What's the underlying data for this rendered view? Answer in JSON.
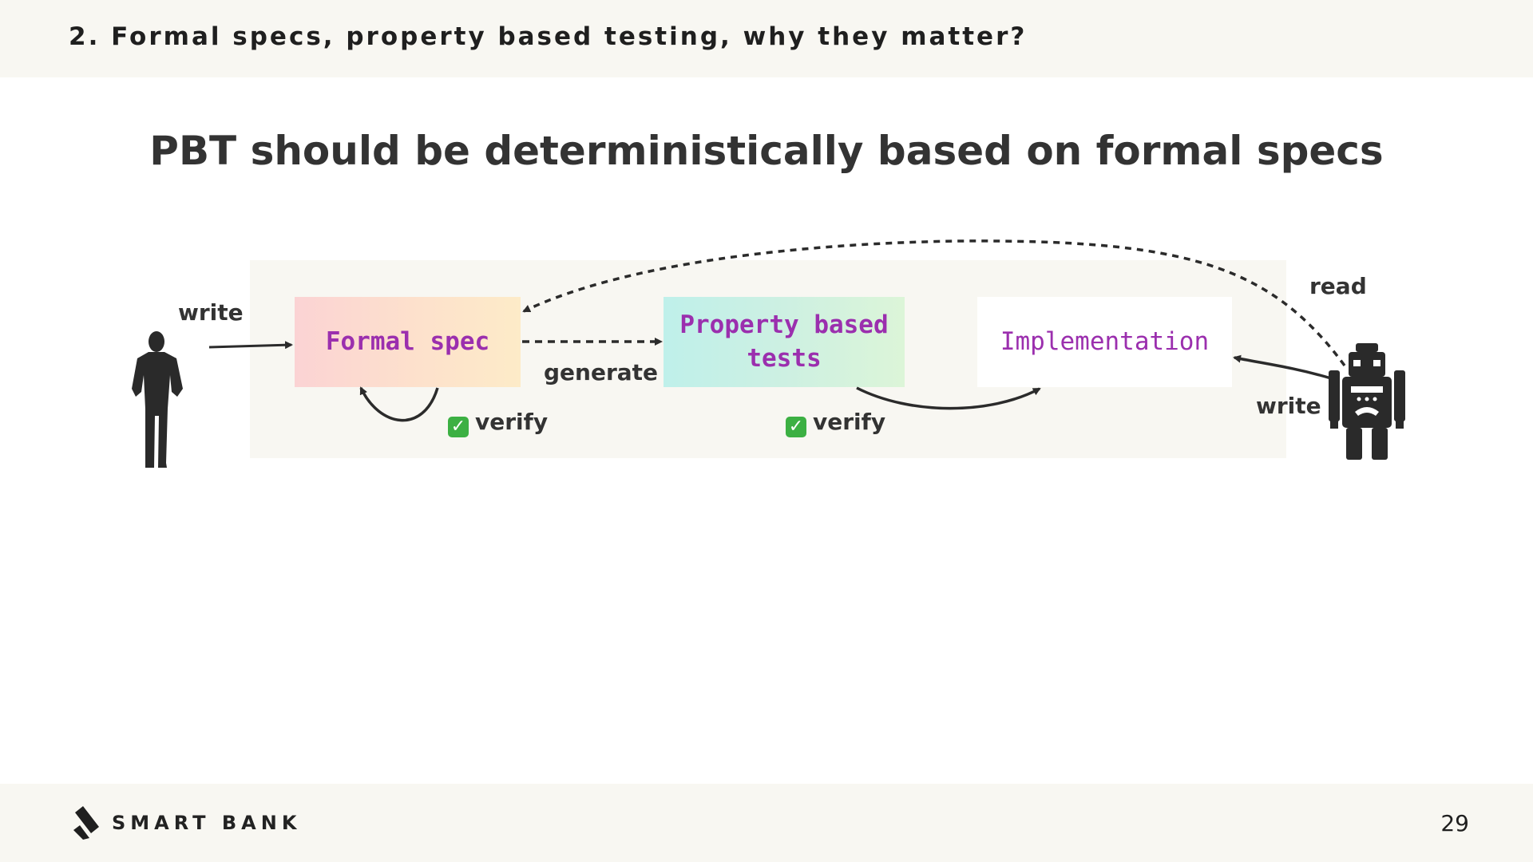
{
  "header": {
    "title": "2. Formal specs, property based testing, why they matter?"
  },
  "slide": {
    "title": "PBT should be deterministically based on formal specs"
  },
  "diagram": {
    "boxes": {
      "formal_spec": "Formal spec",
      "property_tests_line1": "Property based",
      "property_tests_line2": "tests",
      "implementation": "Implementation"
    },
    "labels": {
      "human_write": "write",
      "generate": "generate",
      "verify_spec": "verify",
      "verify_tests": "verify",
      "robot_read": "read",
      "robot_write": "write"
    },
    "icons": {
      "human": "person-silhouette-icon",
      "robot": "robot-icon",
      "check": "check-mark-icon"
    },
    "colors": {
      "box_text": "#9b2fae",
      "check": "#3cb043",
      "panel": "#f8f7f2"
    }
  },
  "footer": {
    "brand": "SMART BANK",
    "page_number": "29"
  }
}
